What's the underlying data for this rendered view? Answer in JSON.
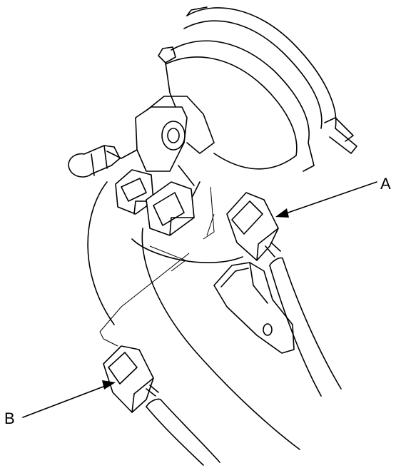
{
  "diagram": {
    "callouts": [
      {
        "id": "A",
        "text": "A"
      },
      {
        "id": "B",
        "text": "B"
      }
    ],
    "colors": {
      "line": "#000000",
      "background": "#ffffff"
    }
  }
}
